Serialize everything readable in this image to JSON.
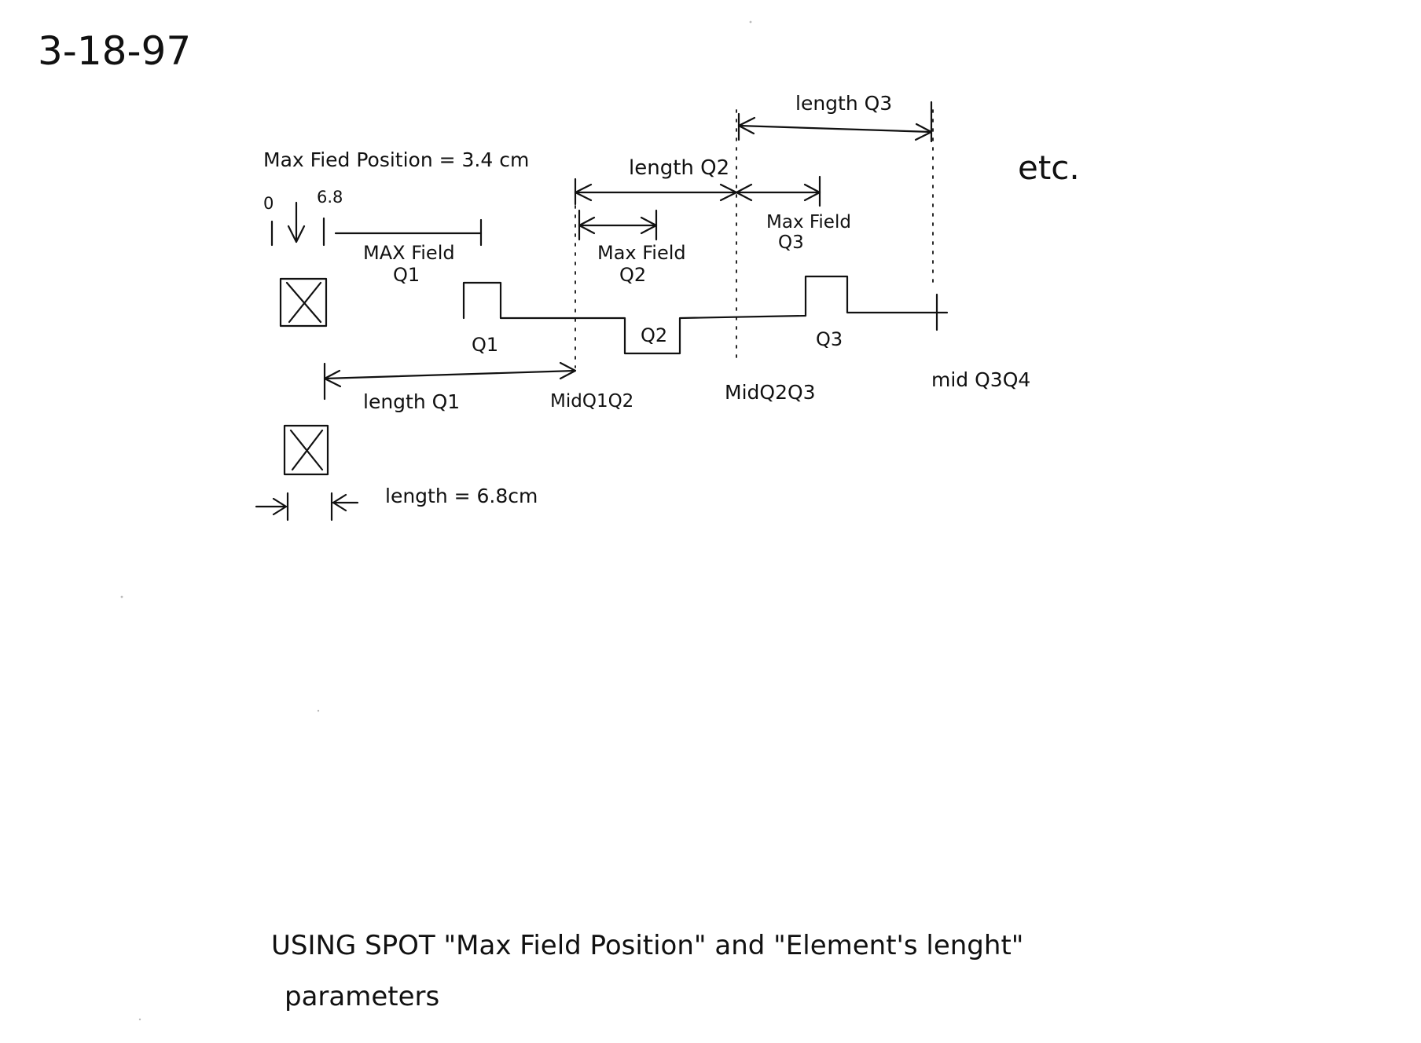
{
  "date": "3-18-97",
  "labels": {
    "max_field_position": "Max Fied Position = 3.4 cm",
    "tick_zero": "0",
    "tick_six_eight": "6.8",
    "max_field_q1_line1": "MAX Field",
    "max_field_q1_line2": "Q1",
    "max_field_q2_line1": "Max Field",
    "max_field_q2_line2": "Q2",
    "max_field_q3_line1": "Max Field",
    "max_field_q3_line2": "Q3",
    "length_q1": "length Q1",
    "length_q2": "length Q2",
    "length_q3": "length Q3",
    "q1": "Q1",
    "q2": "Q2",
    "q3": "Q3",
    "mid_q1q2": "MidQ1Q2",
    "mid_q2q3": "MidQ2Q3",
    "mid_q3q4": "mid Q3Q4",
    "etc": "etc.",
    "element_length": "length = 6.8cm"
  },
  "note": {
    "line1": "USING SPOT \"Max Field Position\" and \"Element's lenght\"",
    "line2": "parameters"
  }
}
